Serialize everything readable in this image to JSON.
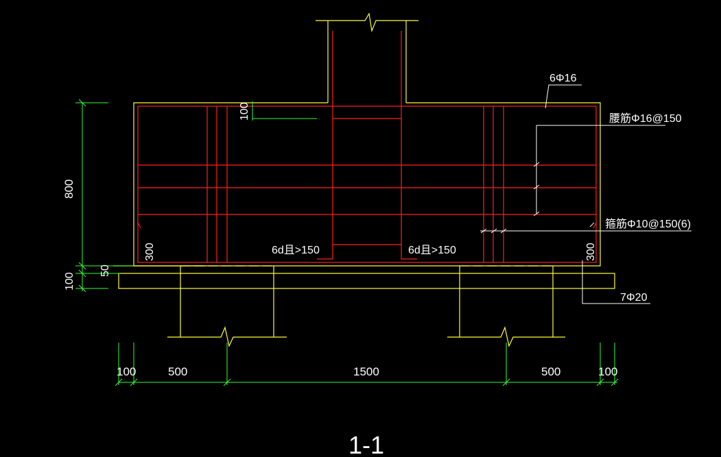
{
  "title": "1-1",
  "rebar_labels": {
    "top_bars": "6Φ16",
    "side_bars": "腰筋Φ16@150",
    "stirrups": "箍筋Φ10@150(6)",
    "bottom_bars": "7Φ20",
    "anchor_left": "6d且>150",
    "anchor_right": "6d且>150"
  },
  "vertical_dimensions": {
    "height": "800",
    "cover_top": "100",
    "embed_left": "300",
    "embed_right": "300",
    "cushion_50": "50",
    "cushion_100": "100"
  },
  "horizontal_dimensions": [
    "100",
    "500",
    "1500",
    "500",
    "100"
  ],
  "colors": {
    "background": "#000000",
    "concrete": "#ffff33",
    "rebar": "#ff2020",
    "dimension": "#33ff33",
    "leader": "#ffffff"
  }
}
